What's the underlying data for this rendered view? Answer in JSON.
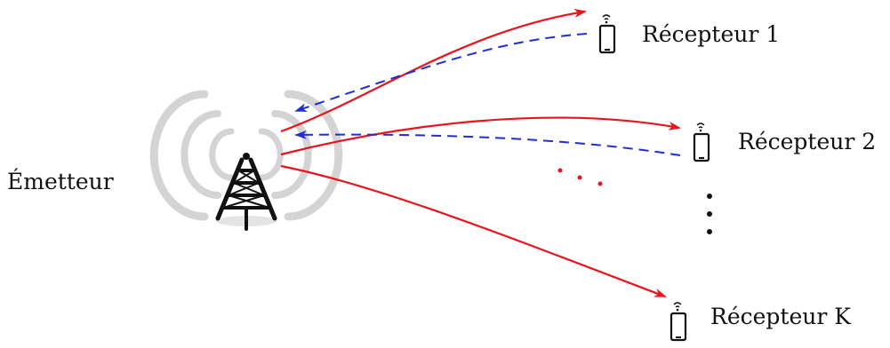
{
  "transmitter": {
    "label": "Émetteur",
    "icon": "cell-tower-icon"
  },
  "receivers": [
    {
      "label": "Récepteur 1",
      "icon": "smartphone-icon"
    },
    {
      "label": "Récepteur 2",
      "icon": "smartphone-icon"
    },
    {
      "label": "Récepteur K",
      "icon": "smartphone-icon"
    }
  ],
  "colors": {
    "downlink": "#e8141e",
    "feedback": "#1f2fd6",
    "waves": "#d4d4d4",
    "tower": "#111111",
    "dots_horizontal": "#e8141e",
    "dots_vertical": "#111111"
  },
  "legend_semantics": {
    "solid_red": "downlink",
    "dashed_blue": "feedback"
  }
}
